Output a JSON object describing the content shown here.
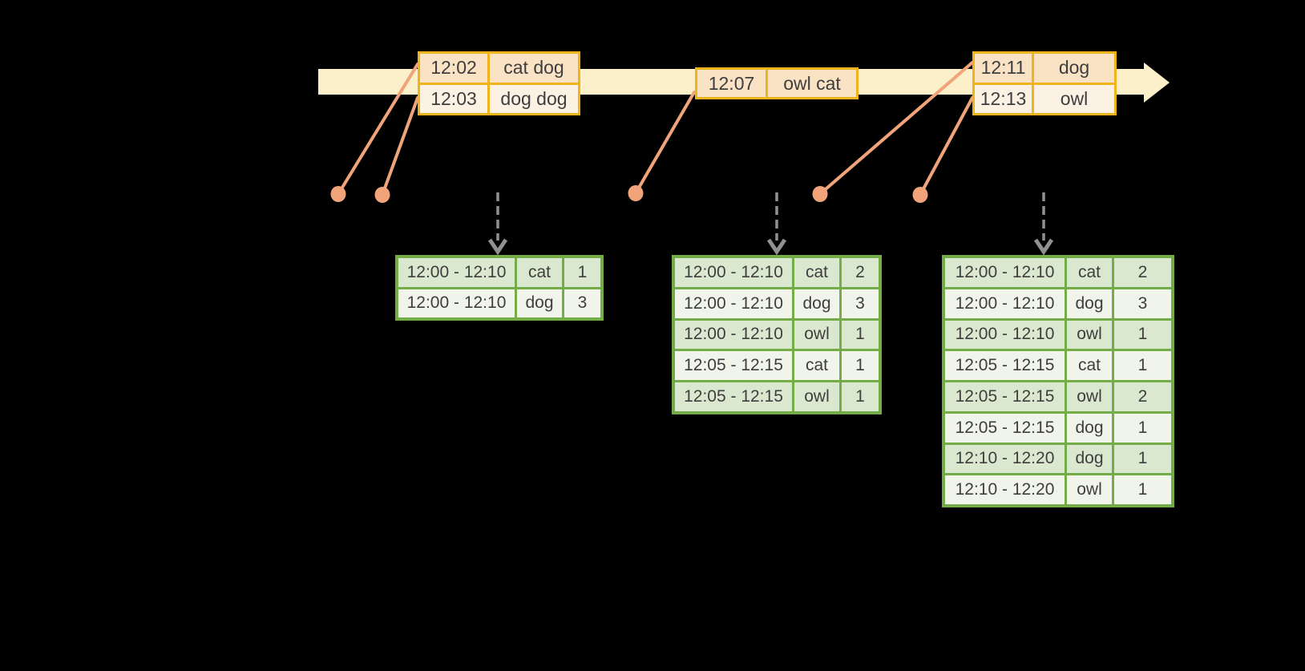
{
  "diagram": {
    "kind": "streaming-windowed-aggregation-diagram",
    "background": "#000000"
  },
  "icons": {
    "timeline_arrow": "event-time-axis-arrow",
    "event_dot": "event-time-dot",
    "connector": "event-connector-line",
    "trigger_arrow": "trigger-dashed-arrow"
  },
  "colors": {
    "timeline_fill": "#FBF0C9",
    "event_table_border": "#EFB31B",
    "event_row_dark": "#FAE2C4",
    "event_row_light": "#FCF2E3",
    "connector": "#F1A47A",
    "trigger_arrow": "#8F9191",
    "result_table_border": "#74AD48",
    "result_row_dark": "#DBE8D0",
    "result_row_light": "#F0F4EB",
    "text": "#3E3E3E"
  },
  "event_tables": [
    {
      "rows": [
        {
          "time": "12:02",
          "words": "cat dog"
        },
        {
          "time": "12:03",
          "words": "dog dog"
        }
      ]
    },
    {
      "rows": [
        {
          "time": "12:07",
          "words": "owl cat"
        }
      ]
    },
    {
      "rows": [
        {
          "time": "12:11",
          "words": "dog"
        },
        {
          "time": "12:13",
          "words": "owl"
        }
      ]
    }
  ],
  "result_tables": [
    {
      "rows": [
        [
          "12:00 - 12:10",
          "cat",
          "1"
        ],
        [
          "12:00 - 12:10",
          "dog",
          "3"
        ]
      ]
    },
    {
      "rows": [
        [
          "12:00 - 12:10",
          "cat",
          "2"
        ],
        [
          "12:00 - 12:10",
          "dog",
          "3"
        ],
        [
          "12:00 - 12:10",
          "owl",
          "1"
        ],
        [
          "12:05 - 12:15",
          "cat",
          "1"
        ],
        [
          "12:05 - 12:15",
          "owl",
          "1"
        ]
      ]
    },
    {
      "rows": [
        [
          "12:00 - 12:10",
          "cat",
          "2"
        ],
        [
          "12:00 - 12:10",
          "dog",
          "3"
        ],
        [
          "12:00 - 12:10",
          "owl",
          "1"
        ],
        [
          "12:05 - 12:15",
          "cat",
          "1"
        ],
        [
          "12:05 - 12:15",
          "owl",
          "2"
        ],
        [
          "12:05 - 12:15",
          "dog",
          "1"
        ],
        [
          "12:10 - 12:20",
          "dog",
          "1"
        ],
        [
          "12:10 - 12:20",
          "owl",
          "1"
        ]
      ]
    }
  ]
}
